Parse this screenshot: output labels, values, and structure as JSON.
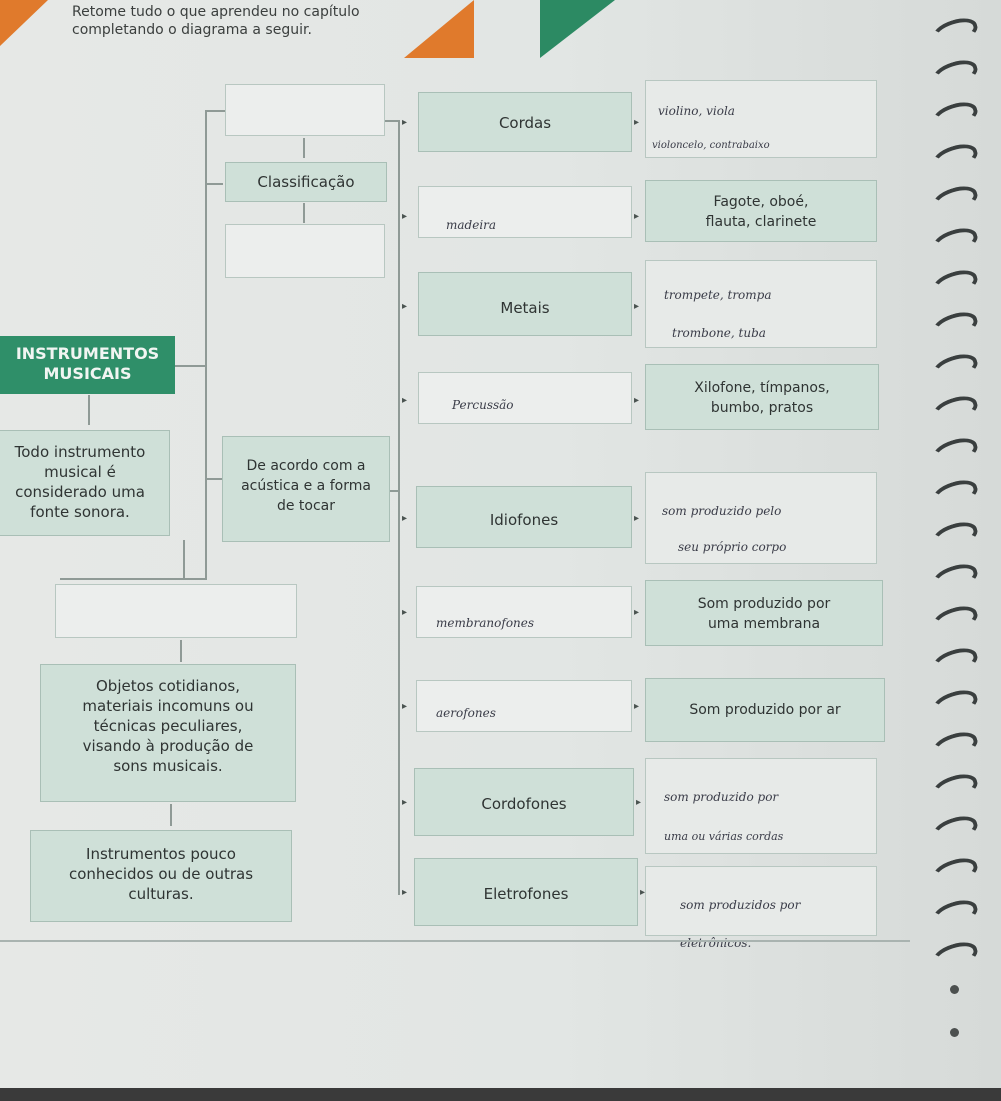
{
  "instruction": {
    "line1": "Retome tudo o que aprendeu no capítulo",
    "line2": "completando o diagrama a seguir."
  },
  "main": {
    "line1": "INSTRUMENTOS",
    "line2": "MUSICAIS"
  },
  "definition": {
    "line1": "Todo instrumento",
    "line2": "musical é",
    "line3": "considerado uma",
    "line4": "fonte sonora."
  },
  "classificacao": "Classificação",
  "acustica": {
    "line1": "De acordo com a",
    "line2": "acústica e a forma",
    "line3": "de tocar"
  },
  "objetos": {
    "line1": "Objetos cotidianos,",
    "line2": "materiais incomuns ou",
    "line3": "técnicas peculiares,",
    "line4": "visando à produção de",
    "line5": "sons musicais."
  },
  "pouco": {
    "line1": "Instrumentos pouco",
    "line2": "conhecidos ou de outras",
    "line3": "culturas."
  },
  "rows": {
    "cordas": {
      "label": "Cordas",
      "ans1": "violino, viola",
      "ans2": "violoncelo, contrabaixo"
    },
    "madeira": {
      "handwritten": "madeira",
      "desc1": "Fagote, oboé,",
      "desc2": "flauta, clarinete"
    },
    "metais": {
      "label": "Metais",
      "ans1": "trompete, trompa",
      "ans2": "trombone, tuba"
    },
    "percussao": {
      "handwritten": "Percussão",
      "desc1": "Xilofone, tímpanos,",
      "desc2": "bumbo, pratos"
    },
    "idiofones": {
      "label": "Idiofones",
      "ans1": "som produzido pelo",
      "ans2": "seu próprio corpo"
    },
    "membranofones": {
      "handwritten": "membranofones",
      "desc1": "Som produzido por",
      "desc2": "uma membrana"
    },
    "aerofones": {
      "handwritten": "aerofones",
      "desc1": "Som produzido por ar"
    },
    "cordofones": {
      "label": "Cordofones",
      "ans1": "som produzido por",
      "ans2": "uma ou várias cordas"
    },
    "eletrofones": {
      "label": "Eletrofones",
      "ans1": "som produzidos por",
      "ans2": "eletrônicos."
    }
  },
  "colors": {
    "main_green": "#2f8f69",
    "box_fill": "#cfe0d8",
    "orange_ribbon": "#e07a2c",
    "green_ribbon": "#2c8a63"
  }
}
